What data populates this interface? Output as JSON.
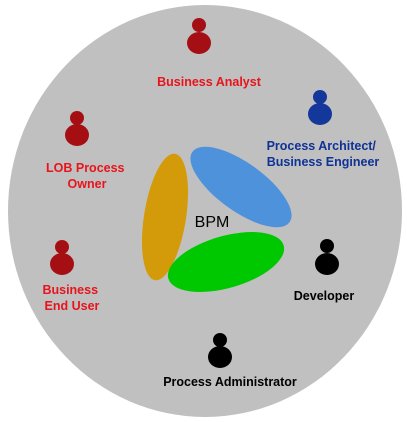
{
  "center": {
    "label": "BPM"
  },
  "colors": {
    "background_circle": "#c0c0c0",
    "business_roles": "#e8141c",
    "person_red": "#a50f14",
    "it_architect": "#0f3296",
    "person_blue": "#14379b",
    "technical_roles": "#000000",
    "segment_blue": "#4f92dc",
    "segment_gold": "#d39b0a",
    "segment_green": "#00c800"
  },
  "roles": [
    {
      "id": "business-analyst",
      "lines": [
        "Business Analyst"
      ],
      "color_key": "business_roles",
      "person_key": "person_red"
    },
    {
      "id": "process-architect",
      "lines": [
        "Process Architect/",
        "Business Engineer"
      ],
      "color_key": "it_architect",
      "person_key": "person_blue"
    },
    {
      "id": "lob-process-owner",
      "lines": [
        "LOB Process",
        "Owner"
      ],
      "color_key": "business_roles",
      "person_key": "person_red"
    },
    {
      "id": "business-end-user",
      "lines": [
        "Business",
        "End User"
      ],
      "color_key": "business_roles",
      "person_key": "person_red"
    },
    {
      "id": "developer",
      "lines": [
        "Developer"
      ],
      "color_key": "technical_roles",
      "person_key": "technical_roles"
    },
    {
      "id": "process-administrator",
      "lines": [
        "Process Administrator"
      ],
      "color_key": "technical_roles",
      "person_key": "technical_roles"
    }
  ]
}
